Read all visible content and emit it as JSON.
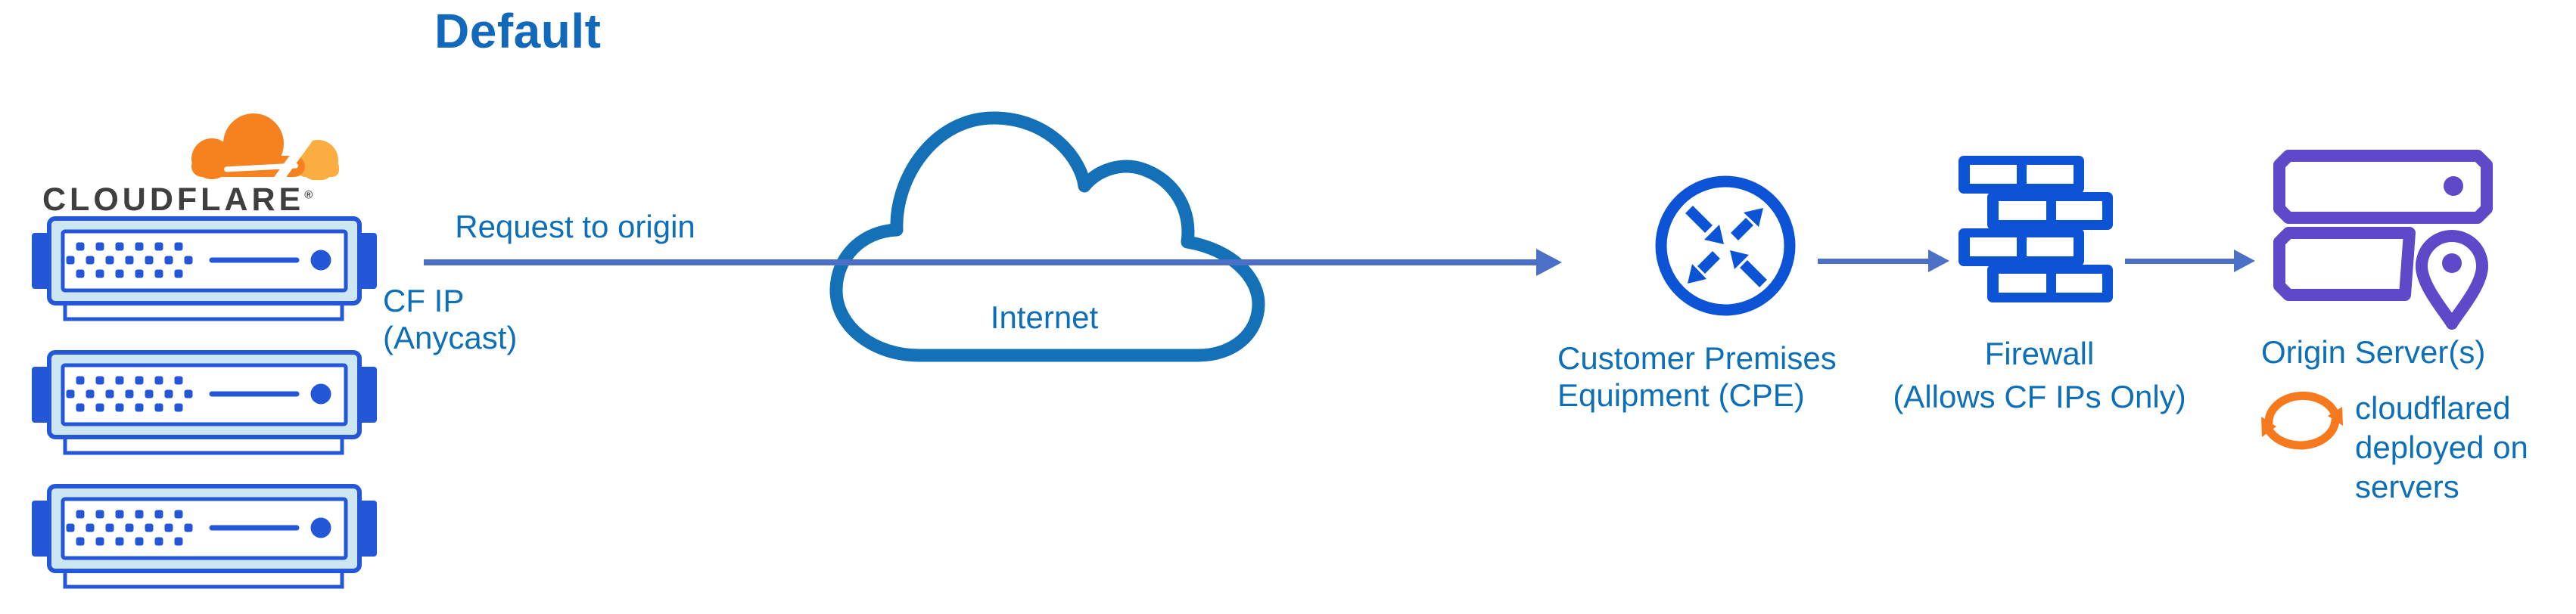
{
  "title": {
    "text": "Default"
  },
  "cloudflare": {
    "wordmark": "CLOUDFLARE",
    "registered_mark": "®"
  },
  "labels": {
    "request": "Request to origin",
    "cf_ip": "CF IP\n(Anycast)",
    "internet": "Internet",
    "cpe": "Customer Premises Equipment (CPE)",
    "firewall_line1": "Firewall",
    "firewall_line2": "(Allows CF IPs Only)",
    "origin": "Origin Server(s)",
    "cloudflared": "cloudflared deployed on servers"
  },
  "icons": {
    "logo": "cloudflare-cloud-logo-icon",
    "edge_server": "edge-server-icon",
    "internet_cloud": "internet-cloud-icon",
    "cpe_router": "router-traffic-icon",
    "firewall": "firewall-brick-icon",
    "origin_server": "origin-server-pin-icon",
    "sync": "sync-arrows-icon"
  },
  "colors": {
    "title_blue": "#1268bb",
    "label_blue": "#0e6fb9",
    "arrow_blue": "#4b70c5",
    "cloud_stroke": "#1471b8",
    "icon_blue": "#0d53d6",
    "server_blue": "#2457d8",
    "server_pale": "#cde7f2",
    "origin_purple": "#5f49c9",
    "brand_orange": "#f6821f",
    "brand_orange_light": "#fbad41",
    "sync_orange": "#f6791d",
    "wordmark_dark": "#3f3f41",
    "background": "#ffffff"
  }
}
